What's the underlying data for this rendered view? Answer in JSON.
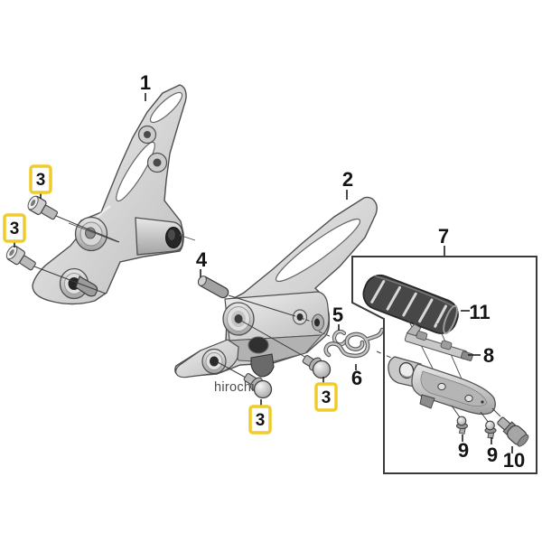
{
  "labels": {
    "n1": "1",
    "n2": "2",
    "n4": "4",
    "n5": "5",
    "n6": "6",
    "n7": "7",
    "n8": "8",
    "n9a": "9",
    "n9b": "9",
    "n10": "10",
    "n11": "11"
  },
  "badges": {
    "a": "3",
    "b": "3",
    "c": "3",
    "d": "3"
  },
  "watermark": {
    "text": "hirochi"
  },
  "colors": {
    "background": "#ffffff",
    "label": "#141414",
    "badge_border": "#f0cc2b",
    "badge_fill": "#ffffff",
    "box_border": "#3a3a3a",
    "pad": "#474747",
    "metal_light": "#efefef",
    "metal_shadow": "#a8a8a8",
    "watermark": "#3d3d3d"
  }
}
